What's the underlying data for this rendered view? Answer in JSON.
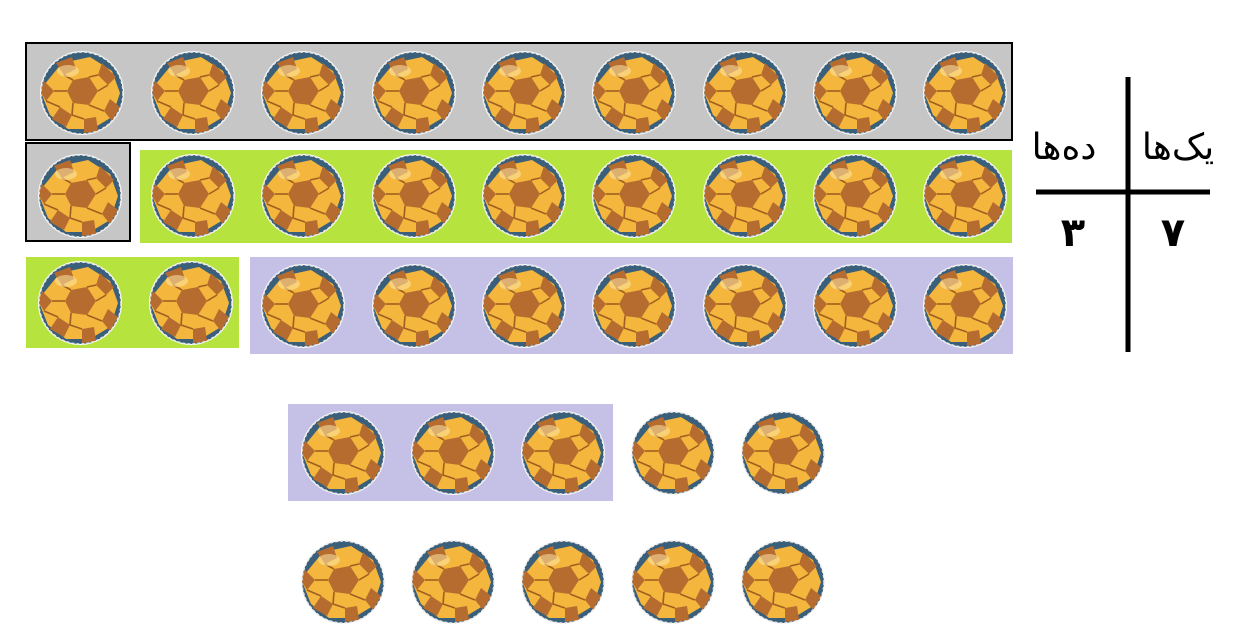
{
  "place_value_table": {
    "ones_header": "یک‌ها",
    "tens_header": "ده‌ها",
    "ones_value": "۷",
    "tens_value": "۳"
  },
  "colors": {
    "group_grey": "#c6c6c6",
    "group_green": "#b6e33d",
    "group_purple": "#c5c0e5",
    "ball_yellow": "#f4b63c",
    "ball_brown": "#b66b2f",
    "ball_blue": "#3a5f7a"
  },
  "icons": {
    "item": "soccer-ball-icon"
  },
  "groups": [
    {
      "name": "group-grey",
      "color_key": "group_grey",
      "ball_count": 10
    },
    {
      "name": "group-green",
      "color_key": "group_green",
      "ball_count": 10
    },
    {
      "name": "group-purple",
      "color_key": "group_purple",
      "ball_count": 10
    },
    {
      "name": "loose-balls",
      "color_key": "",
      "ball_count": 7
    }
  ]
}
